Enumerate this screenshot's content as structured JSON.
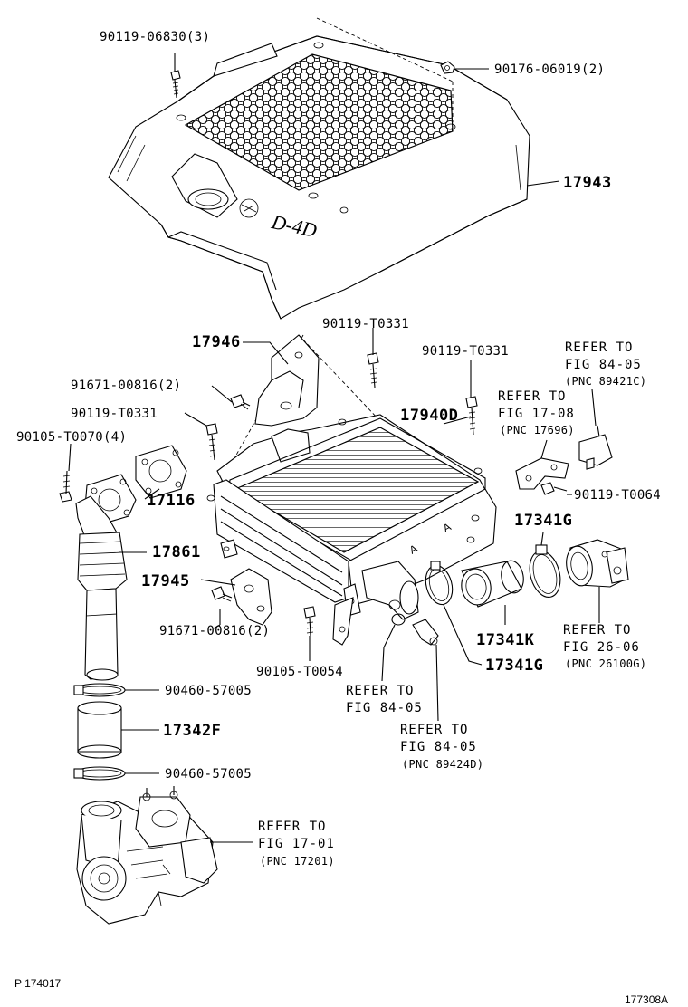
{
  "labels": {
    "p_90119_06830": "90119-06830(3)",
    "p_90176_06019": "90176-06019(2)",
    "p_17943": "17943",
    "p_17946": "17946",
    "p_90119_T0331_a": "90119-T0331",
    "p_90119_T0331_b": "90119-T0331",
    "p_91671_00816_a": "91671-00816(2)",
    "p_90119_T0331_c": "90119-T0331",
    "p_17940D": "17940D",
    "p_90105_T0070": "90105-T0070(4)",
    "p_17116": "17116",
    "p_17861": "17861",
    "p_17945": "17945",
    "p_91671_00816_b": "91671-00816(2)",
    "p_90105_T0054": "90105-T0054",
    "p_90460_57005_a": "90460-57005",
    "p_17342F": "17342F",
    "p_90460_57005_b": "90460-57005",
    "p_90119_T0064": "90119-T0064",
    "p_17341G_a": "17341G",
    "p_17341K": "17341K",
    "p_17341G_b": "17341G"
  },
  "references": {
    "ref_84_05_top": {
      "refer": "REFER TO",
      "fig": "FIG 84-05",
      "pnc": "(PNC 89421C)"
    },
    "ref_17_08": {
      "refer": "REFER TO",
      "fig": "FIG 17-08",
      "pnc": "(PNC 17696)"
    },
    "ref_26_06": {
      "refer": "REFER TO",
      "fig": "FIG 26-06",
      "pnc": "(PNC 26100G)"
    },
    "ref_84_05_mid": {
      "refer": "REFER TO",
      "fig": "FIG 84-05"
    },
    "ref_84_05_bottom": {
      "refer": "REFER TO",
      "fig": "FIG 84-05",
      "pnc": "(PNC 89424D)"
    },
    "ref_17_01": {
      "refer": "REFER TO",
      "fig": "FIG 17-01",
      "pnc": "(PNC 17201)"
    }
  },
  "footer": {
    "page_code": "P 174017",
    "drawing_code": "177308A"
  }
}
